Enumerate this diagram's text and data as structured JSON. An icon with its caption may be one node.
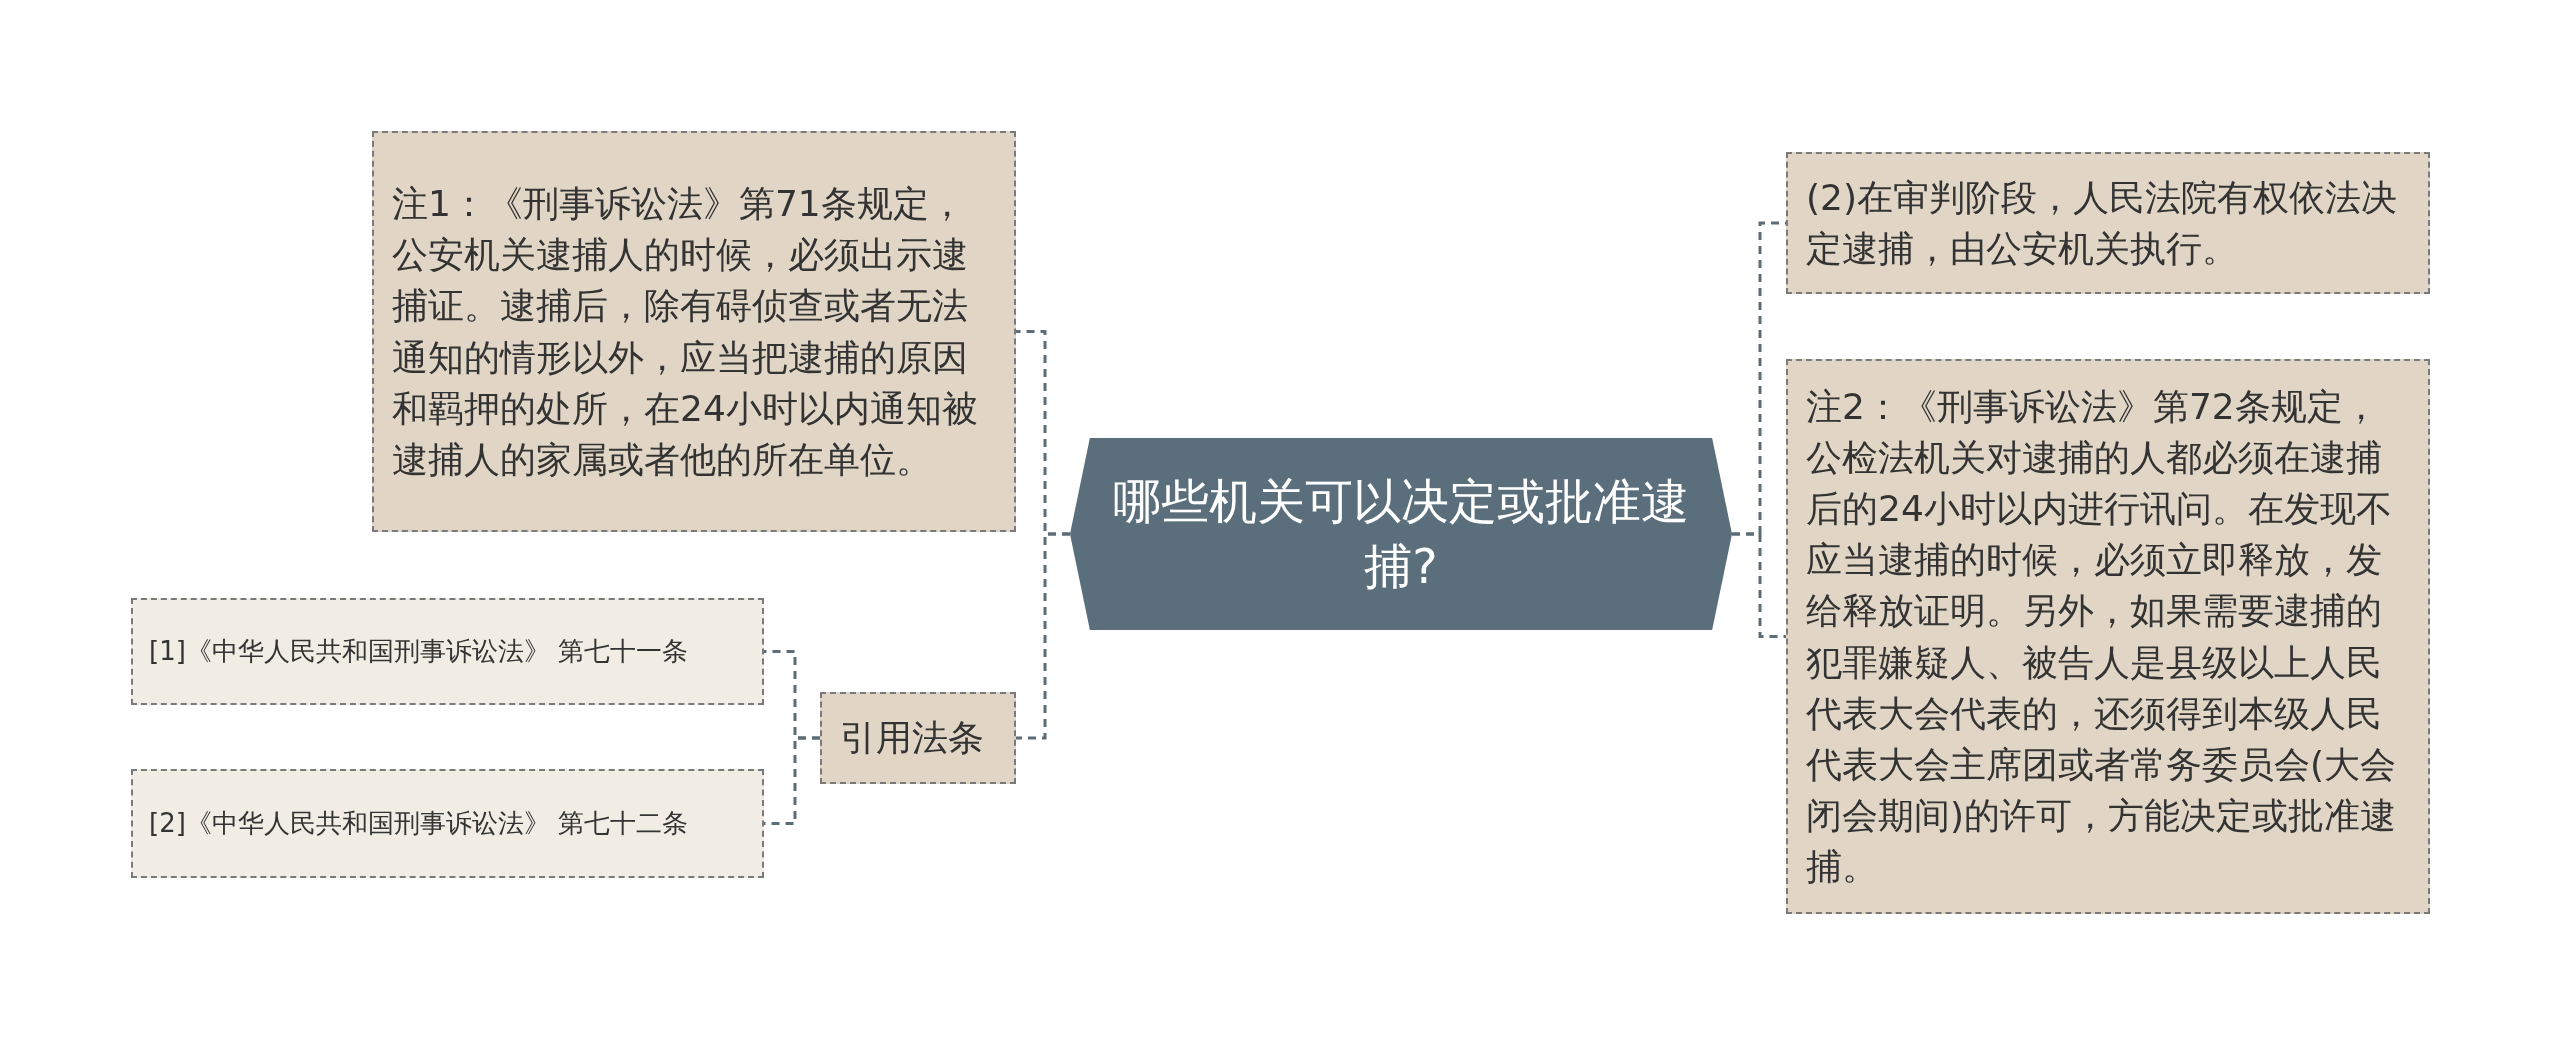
{
  "diagram": {
    "nodes": [
      {
        "text": [
          "哪些机关可以决定或批准逮捕?"
        ]
      },
      {
        "text": [
          "注1：《刑事诉讼法》第71条规定，公安机关逮捕人的时候，必须出示逮捕证。逮捕后，除有碍侦查或者无法通知的情形以外，应当把逮捕的原因和羁押的处所，在24小时以内通知被逮捕人的家属或者他的所在单位。"
        ]
      },
      {
        "text": [
          "引用法条"
        ]
      },
      {
        "text": [
          "[1]《中华人民共和国刑事诉讼法》 第七十一条"
        ]
      },
      {
        "text": [
          "[2]《中华人民共和国刑事诉讼法》 第七十二条"
        ]
      },
      {
        "text": [
          "(2)在审判阶段，人民法院有权依法决定逮捕，由公安机关执行。"
        ]
      },
      {
        "text": [
          "注2：《刑事诉讼法》第72条规定，公检法机关对逮捕的人都必须在逮捕后的24小时以内进行讯问。在发现不应当逮捕的时候，必须立即释放，发给释放证明。另外，如果需要逮捕的犯罪嫌疑人、被告人是县级以上人民代表大会代表的，还须得到本级人民代表大会主席团或者常务委员会(大会闭会期间)的许可，方能决定或批准逮捕。"
        ]
      }
    ],
    "edges": [
      {
        "from": 0,
        "to": 1,
        "arrow": "none",
        "style": "dashed"
      },
      {
        "from": 0,
        "to": 2,
        "arrow": "none",
        "style": "dashed"
      },
      {
        "from": 2,
        "to": 3,
        "arrow": "none",
        "style": "dashed"
      },
      {
        "from": 2,
        "to": 4,
        "arrow": "none",
        "style": "dashed"
      },
      {
        "from": 0,
        "to": 5,
        "arrow": "none",
        "style": "dashed"
      },
      {
        "from": 0,
        "to": 6,
        "arrow": "none",
        "style": "dashed"
      }
    ]
  }
}
